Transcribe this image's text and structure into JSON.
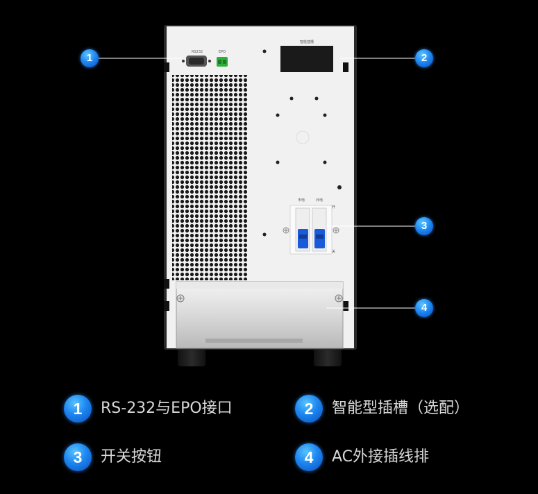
{
  "panel": {
    "rs232_label": "RS232",
    "epo_label": "EPO",
    "slot_label": "智能插槽",
    "breaker_left_label": "市电",
    "breaker_right_label": "外电",
    "on_label": "开",
    "off_label": "关"
  },
  "callouts": [
    {
      "num": "1"
    },
    {
      "num": "2"
    },
    {
      "num": "3"
    },
    {
      "num": "4"
    }
  ],
  "legend": [
    {
      "num": "1",
      "text": "RS-232与EPO接口"
    },
    {
      "num": "2",
      "text": "智能型插槽（选配）"
    },
    {
      "num": "3",
      "text": "开关按钮"
    },
    {
      "num": "4",
      "text": "AC外接插线排"
    }
  ],
  "colors": {
    "background": "#000000",
    "badge_blue": "#1d86f0",
    "breaker_blue": "#1a5ad8",
    "terminal_green": "#2fae3a"
  }
}
